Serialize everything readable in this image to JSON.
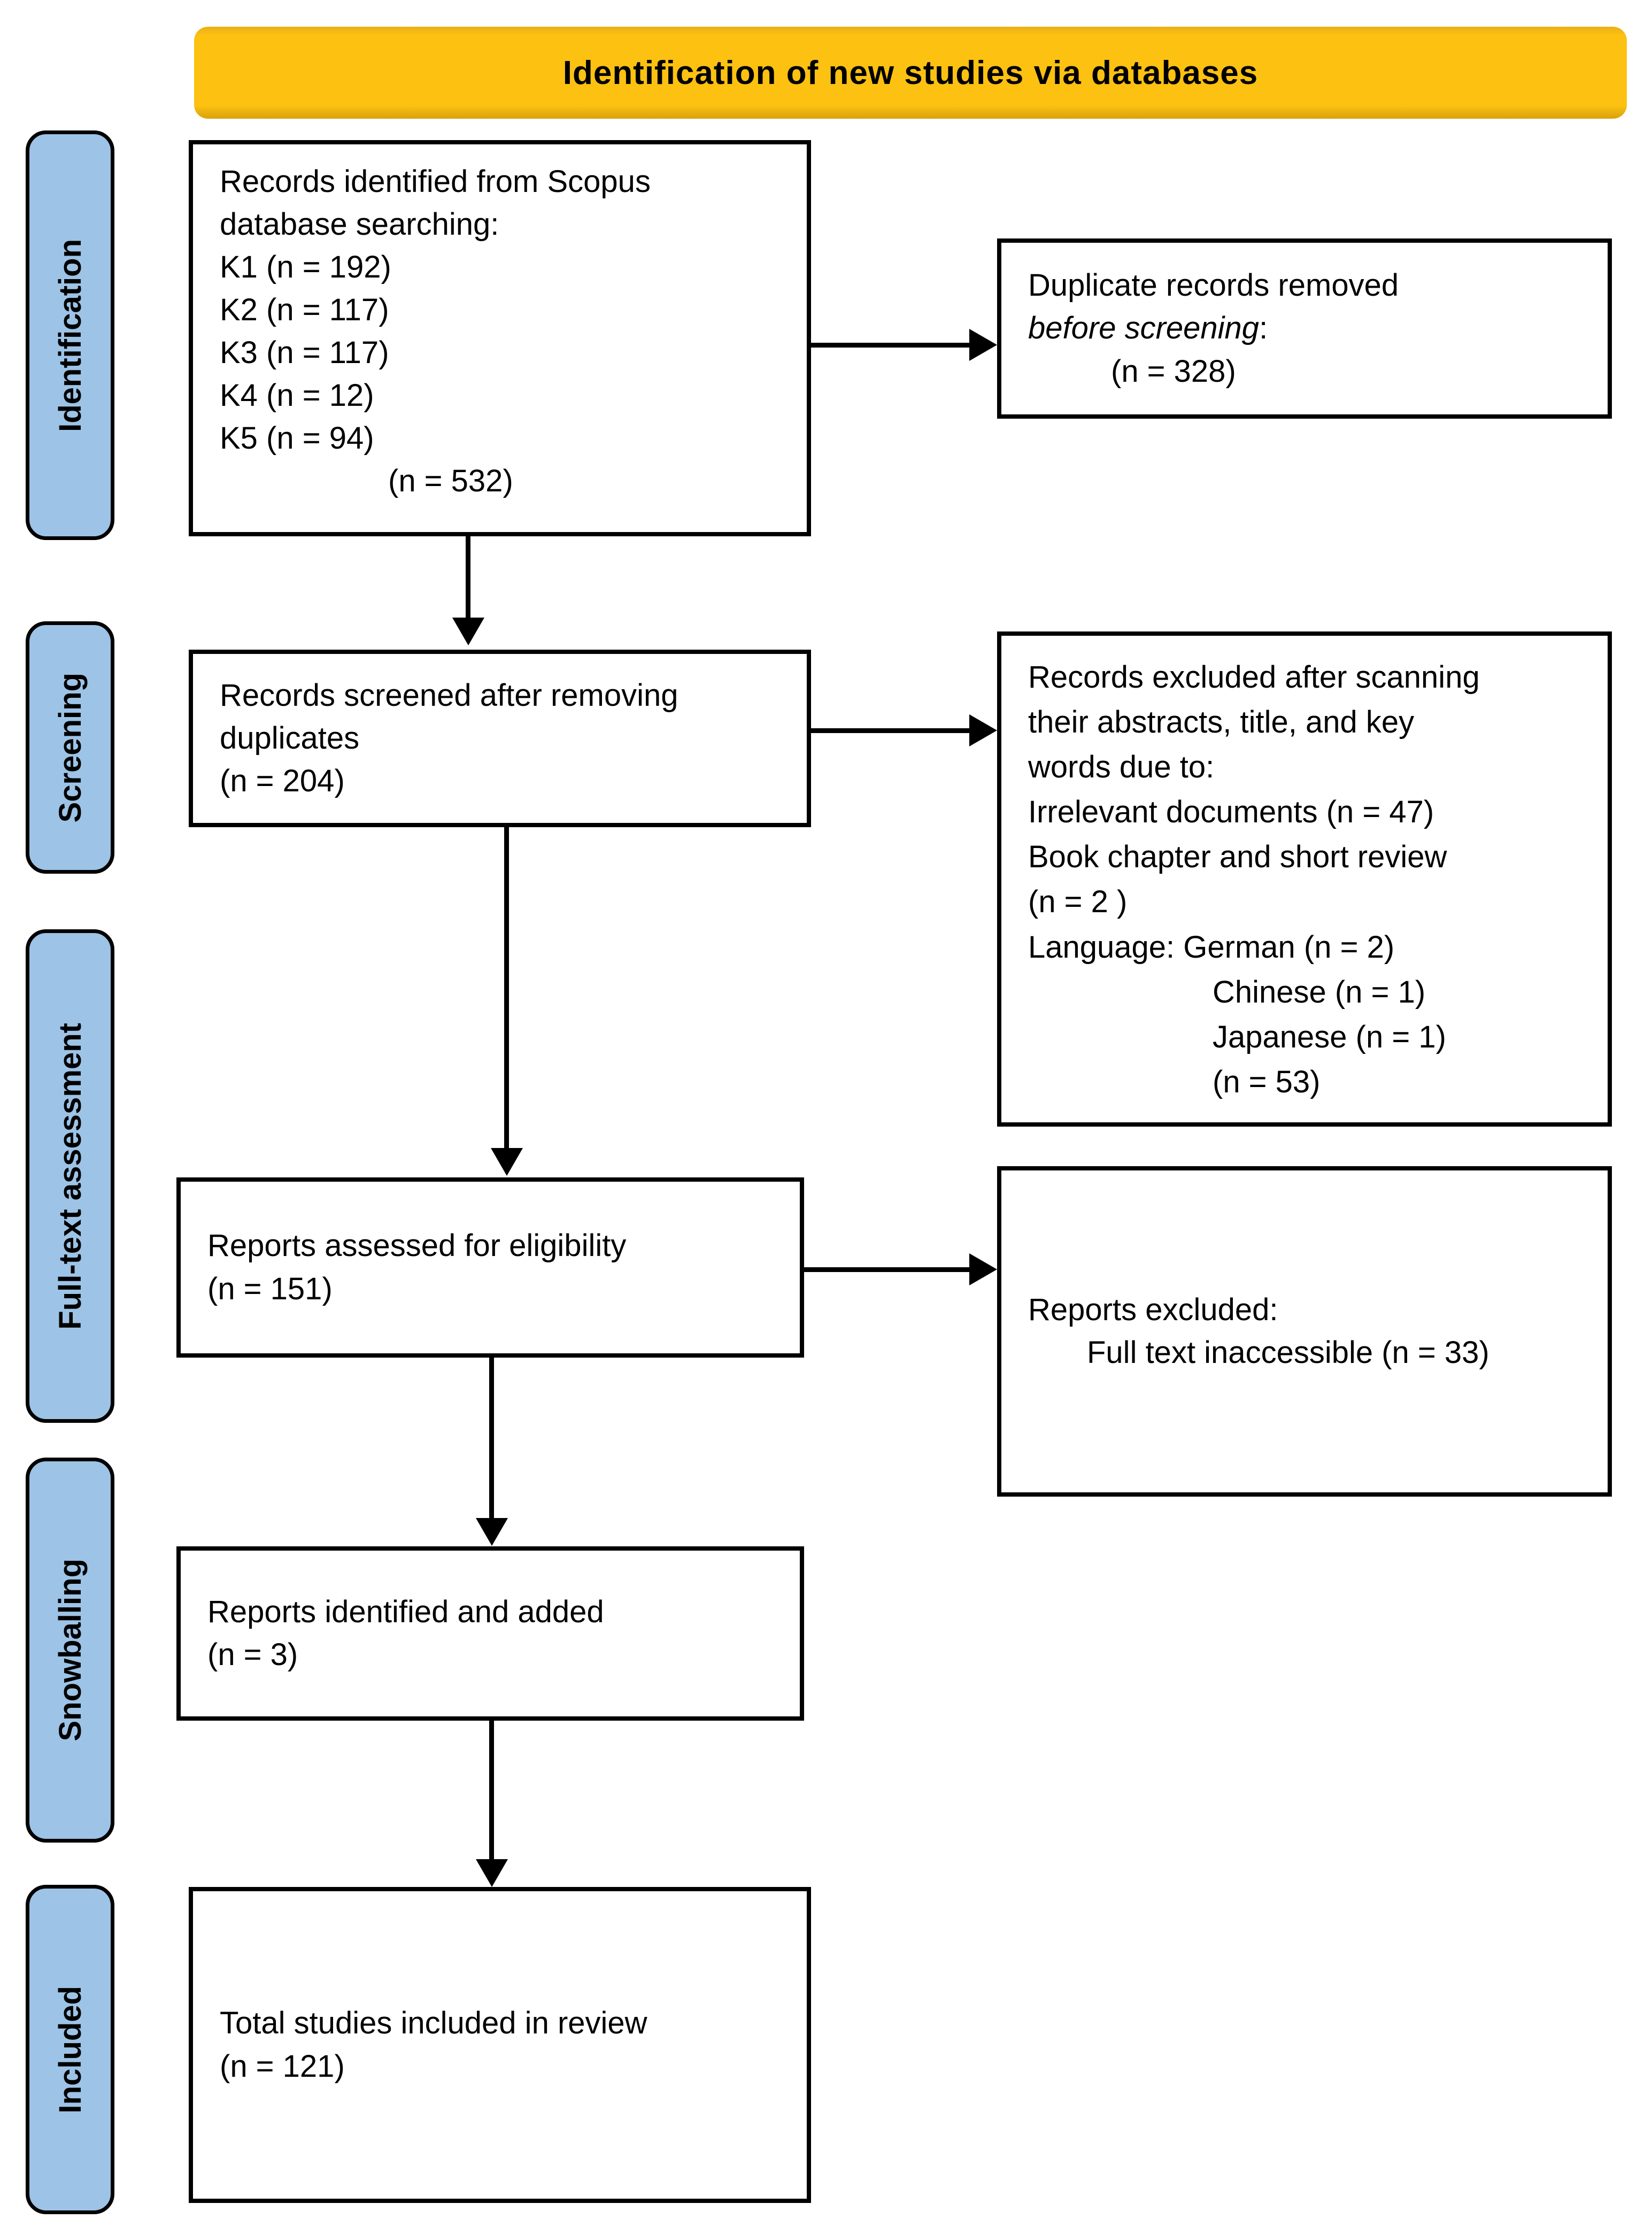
{
  "banner": {
    "title": "Identification of new studies via databases",
    "bg_color": "#FCC111"
  },
  "sidebar": {
    "bg_color": "#9DC3E6",
    "labels": [
      "Identification",
      "Screening",
      "Full-text assessment",
      "Snowballing",
      "Included"
    ]
  },
  "flow": {
    "records_identified": {
      "lines": [
        "Records identified from Scopus",
        "database searching:",
        "K1 (n = 192)",
        "K2 (n = 117)",
        "K3 (n = 117)",
        "K4 (n = 12)",
        "K5 (n = 94)"
      ],
      "total": "(n = 532)"
    },
    "duplicates_removed": {
      "line1": "Duplicate records removed",
      "reason_italic": "before screening",
      "after_italic": ":",
      "total": "(n = 328)"
    },
    "records_screened": {
      "lines": [
        "Records screened after removing",
        "duplicates",
        "(n = 204)"
      ]
    },
    "records_excluded": {
      "lines": [
        "Records excluded after scanning",
        "their abstracts, title, and key",
        "words due to:",
        "Irrelevant documents (n = 47)",
        "Book chapter and short review",
        "(n = 2 )",
        "Language: German (n = 2)",
        "Chinese (n = 1)",
        "Japanese (n = 1)",
        "(n = 53)"
      ]
    },
    "reports_assessed": {
      "lines": [
        "Reports assessed for eligibility",
        "(n = 151)"
      ]
    },
    "reports_excluded": {
      "line1": "Reports excluded:",
      "line2": "Full text inaccessible (n = 33)"
    },
    "reports_added": {
      "lines": [
        "Reports identified and added",
        "(n = 3)"
      ]
    },
    "total_included": {
      "lines": [
        "Total studies included in review",
        "(n = 121)"
      ]
    }
  }
}
